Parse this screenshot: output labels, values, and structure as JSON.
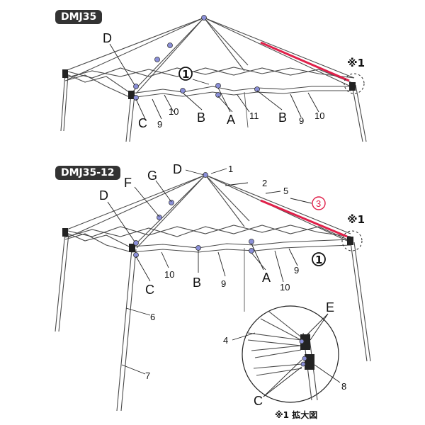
{
  "models": {
    "top": "DMJ35",
    "bottom": "DMJ35-12"
  },
  "top_labels": {
    "D": "D",
    "B1": "B",
    "A": "A",
    "B2": "B",
    "C": "C",
    "n9a": "9",
    "n10a": "10",
    "n11": "11",
    "n9b": "9",
    "n10b": "10",
    "circle1": "1",
    "ref": "※1"
  },
  "bottom_labels": {
    "D1": "D",
    "n1": "1",
    "G": "G",
    "F": "F",
    "D2": "D",
    "n2": "2",
    "n5": "5",
    "n3": "3",
    "ref": "※1",
    "n10a": "10",
    "B": "B",
    "n9a": "9",
    "A": "A",
    "n9b": "9",
    "n10b": "10",
    "C": "C",
    "circle1": "1",
    "n6": "6",
    "n7": "7",
    "n4": "4",
    "E": "E",
    "n8": "8",
    "C2": "C",
    "zoom_caption": "※1 拡大図"
  },
  "colors": {
    "highlight": "#e0204a",
    "joint": "#8a8fd8",
    "badge": "#333333"
  }
}
